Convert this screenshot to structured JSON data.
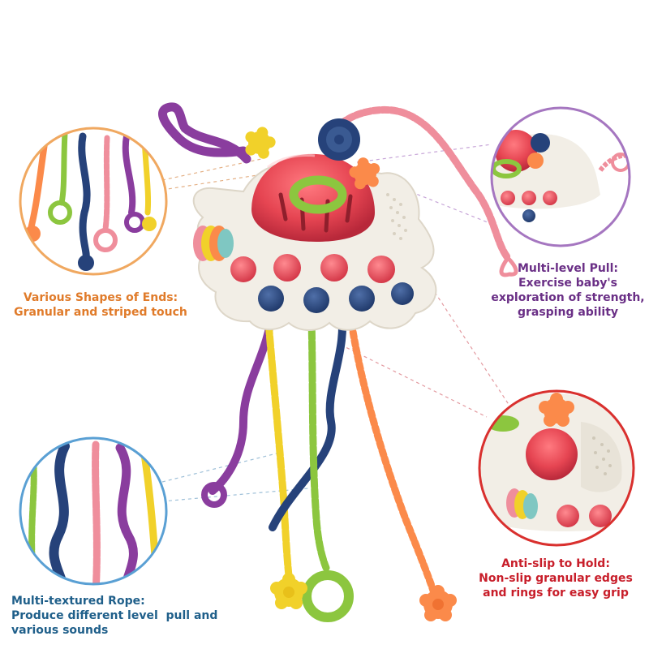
{
  "colors": {
    "orange_caption": "#e07b2a",
    "purple_caption": "#6a2f86",
    "blue_caption": "#1f5f8a",
    "red_caption": "#c81e2a",
    "dome_red": "#e64552",
    "base_cream": "#f2eee6",
    "rope_purple": "#8a3d9e",
    "rope_yellow": "#f1d12a",
    "rope_green": "#8cc63f",
    "rope_navy": "#26427a",
    "rope_orange": "#fb8a4a",
    "rope_pink": "#ef8e9c"
  },
  "captions": {
    "ends": {
      "line1": "Various Shapes of Ends:",
      "line2": "Granular and striped touch"
    },
    "pull": {
      "line1": "Multi-level Pull:",
      "line2": "Exercise baby's",
      "line3": "exploration of strength,",
      "line4": "grasping ability"
    },
    "rope": {
      "line1": "Multi-textured Rope:",
      "line2": "Produce different level  pull and",
      "line3": "various sounds"
    },
    "grip": {
      "line1": "Anti-slip to Hold:",
      "line2": "Non-slip granular edges",
      "line3": "and rings for easy grip"
    }
  }
}
